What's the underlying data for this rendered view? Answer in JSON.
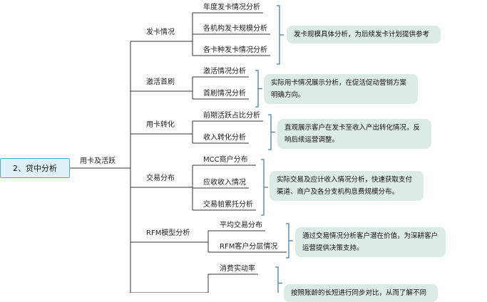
{
  "root": {
    "label": "2、贷中分析"
  },
  "main_branch": {
    "label": "用卡及活跃"
  },
  "groups": [
    {
      "label": "发卡情况",
      "items": [
        "年度发卡情况分析",
        "各机构发卡规模分析",
        "各卡种发卡情况分析"
      ],
      "note": [
        "发卡规模具体分析，为后续发卡计划提供参考"
      ]
    },
    {
      "label": "激活首刷",
      "items": [
        "激活情况分析",
        "首刷情况分析"
      ],
      "note": [
        "实际用卡情况展示分析，在促活促动营销方案",
        "明确方向。"
      ]
    },
    {
      "label": "用卡转化",
      "items": [
        "前期活跃占比分析",
        "收入转化分析"
      ],
      "note": [
        "直观展示客户在发卡至收入产出转化情况，反",
        "响后续运营调整。"
      ]
    },
    {
      "label": "交易分布",
      "items": [
        "MCC商户分布",
        "应收收入情况",
        "交易帕累托分析"
      ],
      "note": [
        "实际交易及应计收入情况分析，快速获取支付",
        "渠道、商户及各分支机构息费规模分布。"
      ]
    },
    {
      "label": "RFM模型分析",
      "items": [
        "平均交易分布",
        "RFM客户分层情况"
      ],
      "note": [
        "通过交易情况分析客户潜在价值，为深耕客户",
        "运营提供决策支持。"
      ]
    },
    {
      "label": "",
      "items": [
        "消费实动率"
      ],
      "note": [
        "按照账龄的长短进行同步对比，从而了解不同"
      ]
    }
  ]
}
